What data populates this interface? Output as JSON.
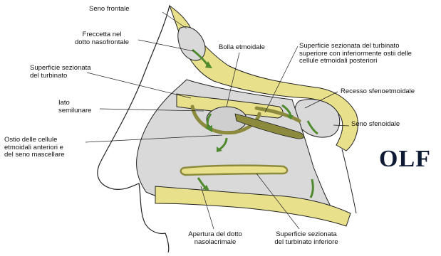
{
  "labels": {
    "seno_frontale": "Seno frontale",
    "freccetta": "Freccetta nel\ndotto nasofrontale",
    "superficie_turbinato": "Superficie sezionata\ndel turbinato",
    "iato": "Iato\nsemilunare",
    "ostio": "Ostio delle cellule\netmoidali anteriori e\ndel seno mascellare",
    "bolla": "Bolla etmoidale",
    "turbinato_superiore": "Superficie sezionata del turbinato\nsuperiore con inferiormente ostii delle\ncellule etmoidali posteriori",
    "recesso": "Recesso sfenoetmoidale",
    "seno_sfenoidale": "Seno sfenoidale",
    "apertura": "Apertura del dotto\nnasolacrimale",
    "turbinato_inferiore": "Superficie sezionata\ndel turbinato inferiore"
  },
  "heading": "OLF",
  "colors": {
    "bone_yellow": "#e8e08a",
    "mucosa_gray": "#d9d9d9",
    "turbinate_olive": "#8c8a3c",
    "arrow_green": "#4f8a2e",
    "line": "#222222",
    "heading": "#0e1a33"
  }
}
